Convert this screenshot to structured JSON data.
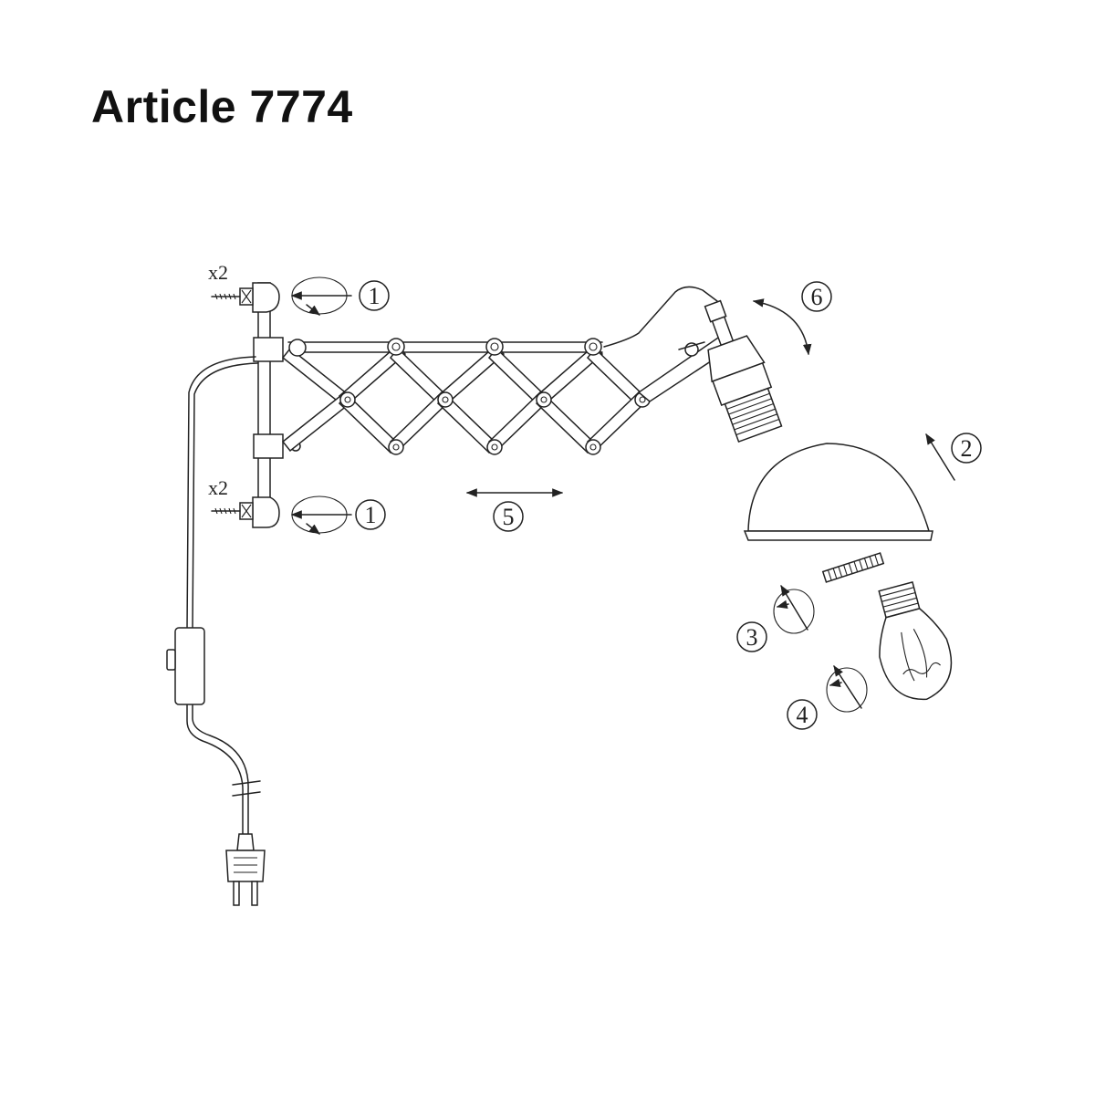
{
  "title": "Article 7774",
  "quantity_labels": {
    "top_screw": "x2",
    "bottom_screw": "x2"
  },
  "steps": {
    "step_1_top": "1",
    "step_1_bottom": "1",
    "step_2": "2",
    "step_3": "3",
    "step_4": "4",
    "step_5": "5",
    "step_6": "6"
  }
}
